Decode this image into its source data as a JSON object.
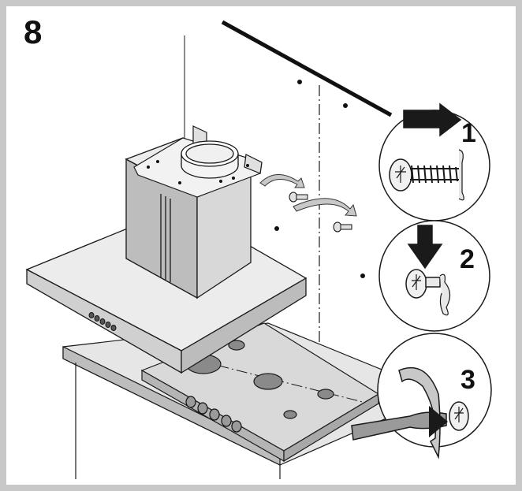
{
  "step_label": "8",
  "callouts": [
    {
      "label": "1",
      "icon": "arrow-right-icon"
    },
    {
      "label": "2",
      "icon": "arrow-down-icon"
    },
    {
      "label": "3",
      "icon": "rotate-arrow-icon"
    }
  ],
  "colors": {
    "frame": "#c8c8c8",
    "line": "#1a1a1a",
    "shade": "#bdbdbd",
    "hob": "#d9d9d9",
    "dark_zone": "#8a8a8a"
  }
}
